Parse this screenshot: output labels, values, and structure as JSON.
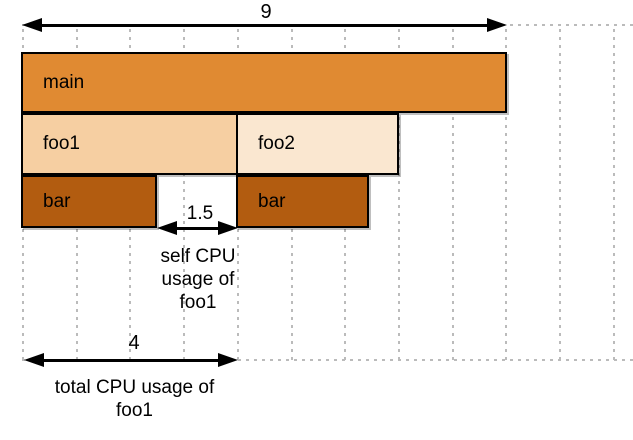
{
  "figure": {
    "kind": "flame-graph-cpu-usage-diagram",
    "axis_units_total": 11
  },
  "colors": {
    "main_frame": "#e08a32",
    "foo1_frame": "#f6cfa2",
    "foo2_frame": "#fae7d0",
    "bar_frame": "#b25c10",
    "outline": "#000000",
    "grid_line": "#bbbbbb",
    "text": "#000000"
  },
  "frames": [
    {
      "label": "main",
      "depth": 0,
      "start": 0,
      "end": 9
    },
    {
      "label": "foo1",
      "depth": 1,
      "start": 0,
      "end": 4
    },
    {
      "label": "foo2",
      "depth": 1,
      "start": 4,
      "end": 7
    },
    {
      "label": "bar",
      "depth": 2,
      "start": 0,
      "end": 2.5
    },
    {
      "label": "bar",
      "depth": 2,
      "start": 4,
      "end": 6.4
    }
  ],
  "annotations": {
    "total_width": {
      "value": "9"
    },
    "self_usage": {
      "value": "1.5",
      "text": "self CPU usage of foo1",
      "lines": [
        "self CPU",
        "usage of",
        "foo1"
      ]
    },
    "total_usage": {
      "value": "4",
      "text": "total CPU usage of foo1",
      "lines": [
        "total CPU usage of",
        "foo1"
      ]
    }
  }
}
